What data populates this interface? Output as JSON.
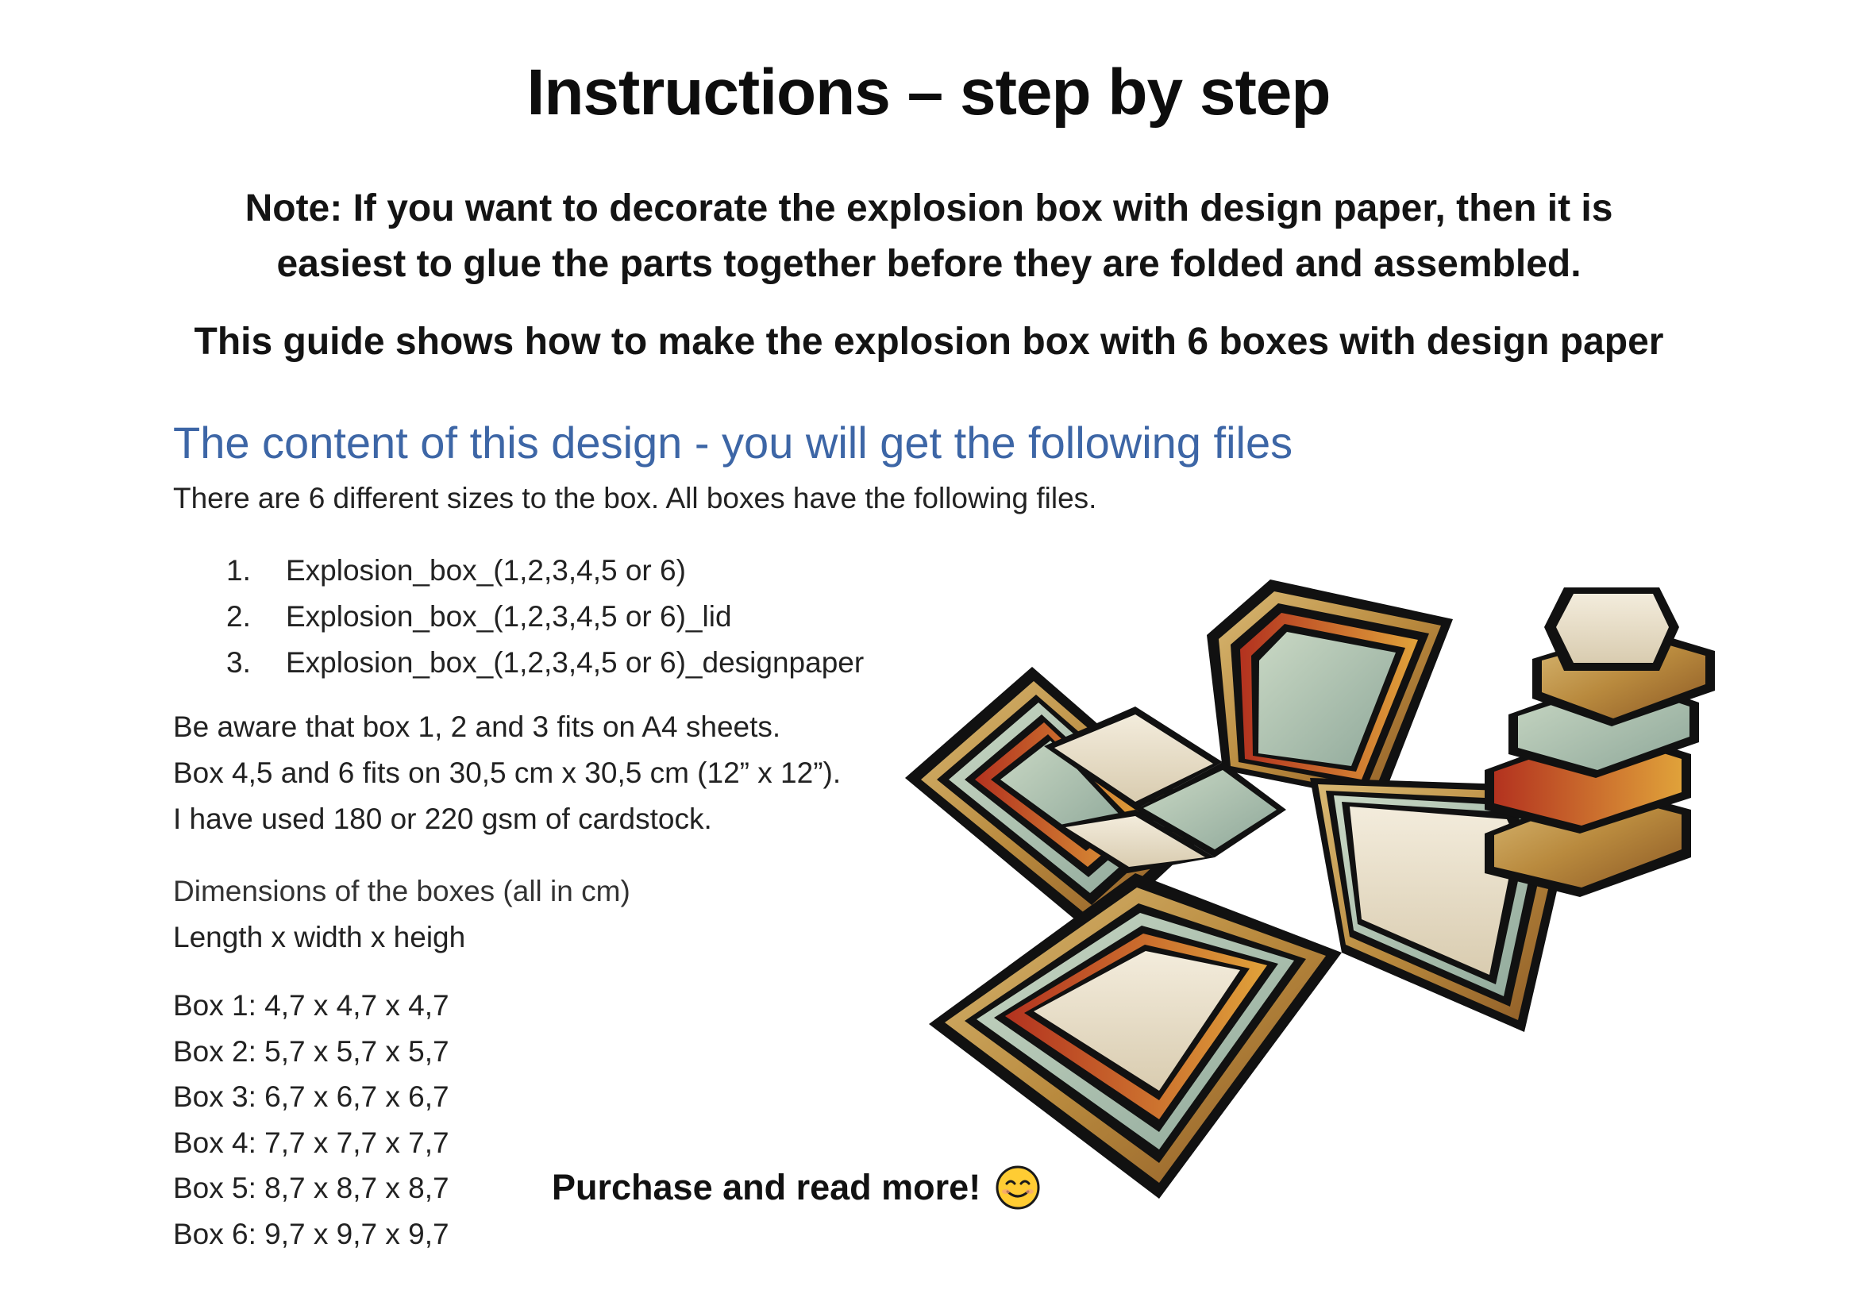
{
  "title": "Instructions – step by step",
  "note_line1": "Note: If you want to decorate the explosion box with design paper, then it is",
  "note_line2": "easiest to glue the parts together before they are folded and assembled.",
  "guide": "This guide shows how to make the explosion box with 6 boxes with design paper",
  "content_heading": "The content of this design - you will get the following files",
  "intro": "There are 6 different sizes to the box. All boxes have the following files.",
  "files": [
    {
      "num": "1.",
      "name": "Explosion_box_(1,2,3,4,5 or 6)"
    },
    {
      "num": "2.",
      "name": "Explosion_box_(1,2,3,4,5 or 6)_lid"
    },
    {
      "num": "3.",
      "name": "Explosion_box_(1,2,3,4,5 or 6)_designpaper"
    }
  ],
  "info": [
    "Be aware that box 1, 2 and 3 fits on A4 sheets.",
    "Box 4,5 and 6 fits on 30,5 cm x 30,5 cm (12” x 12”).",
    "I have used 180 or 220 gsm of cardstock."
  ],
  "dims_title": "Dimensions of the boxes (all in cm)",
  "dims_sub": "Length x width x heigh",
  "boxes": [
    "Box 1: 4,7 x 4,7 x 4,7",
    "Box 2: 5,7 x 5,7 x 5,7",
    "Box 3: 6,7 x 6,7 x 6,7",
    "Box 4: 7,7 x 7,7 x 7,7",
    "Box 5: 8,7 x 8,7 x 8,7",
    "Box 6: 9,7 x 9,7 x 9,7"
  ],
  "purchase": "Purchase and read more!",
  "icons": {
    "smiley": "smiling-face-icon"
  },
  "colors": {
    "heading": "#3d66a6",
    "smiley_fill": "#ffcc33"
  }
}
